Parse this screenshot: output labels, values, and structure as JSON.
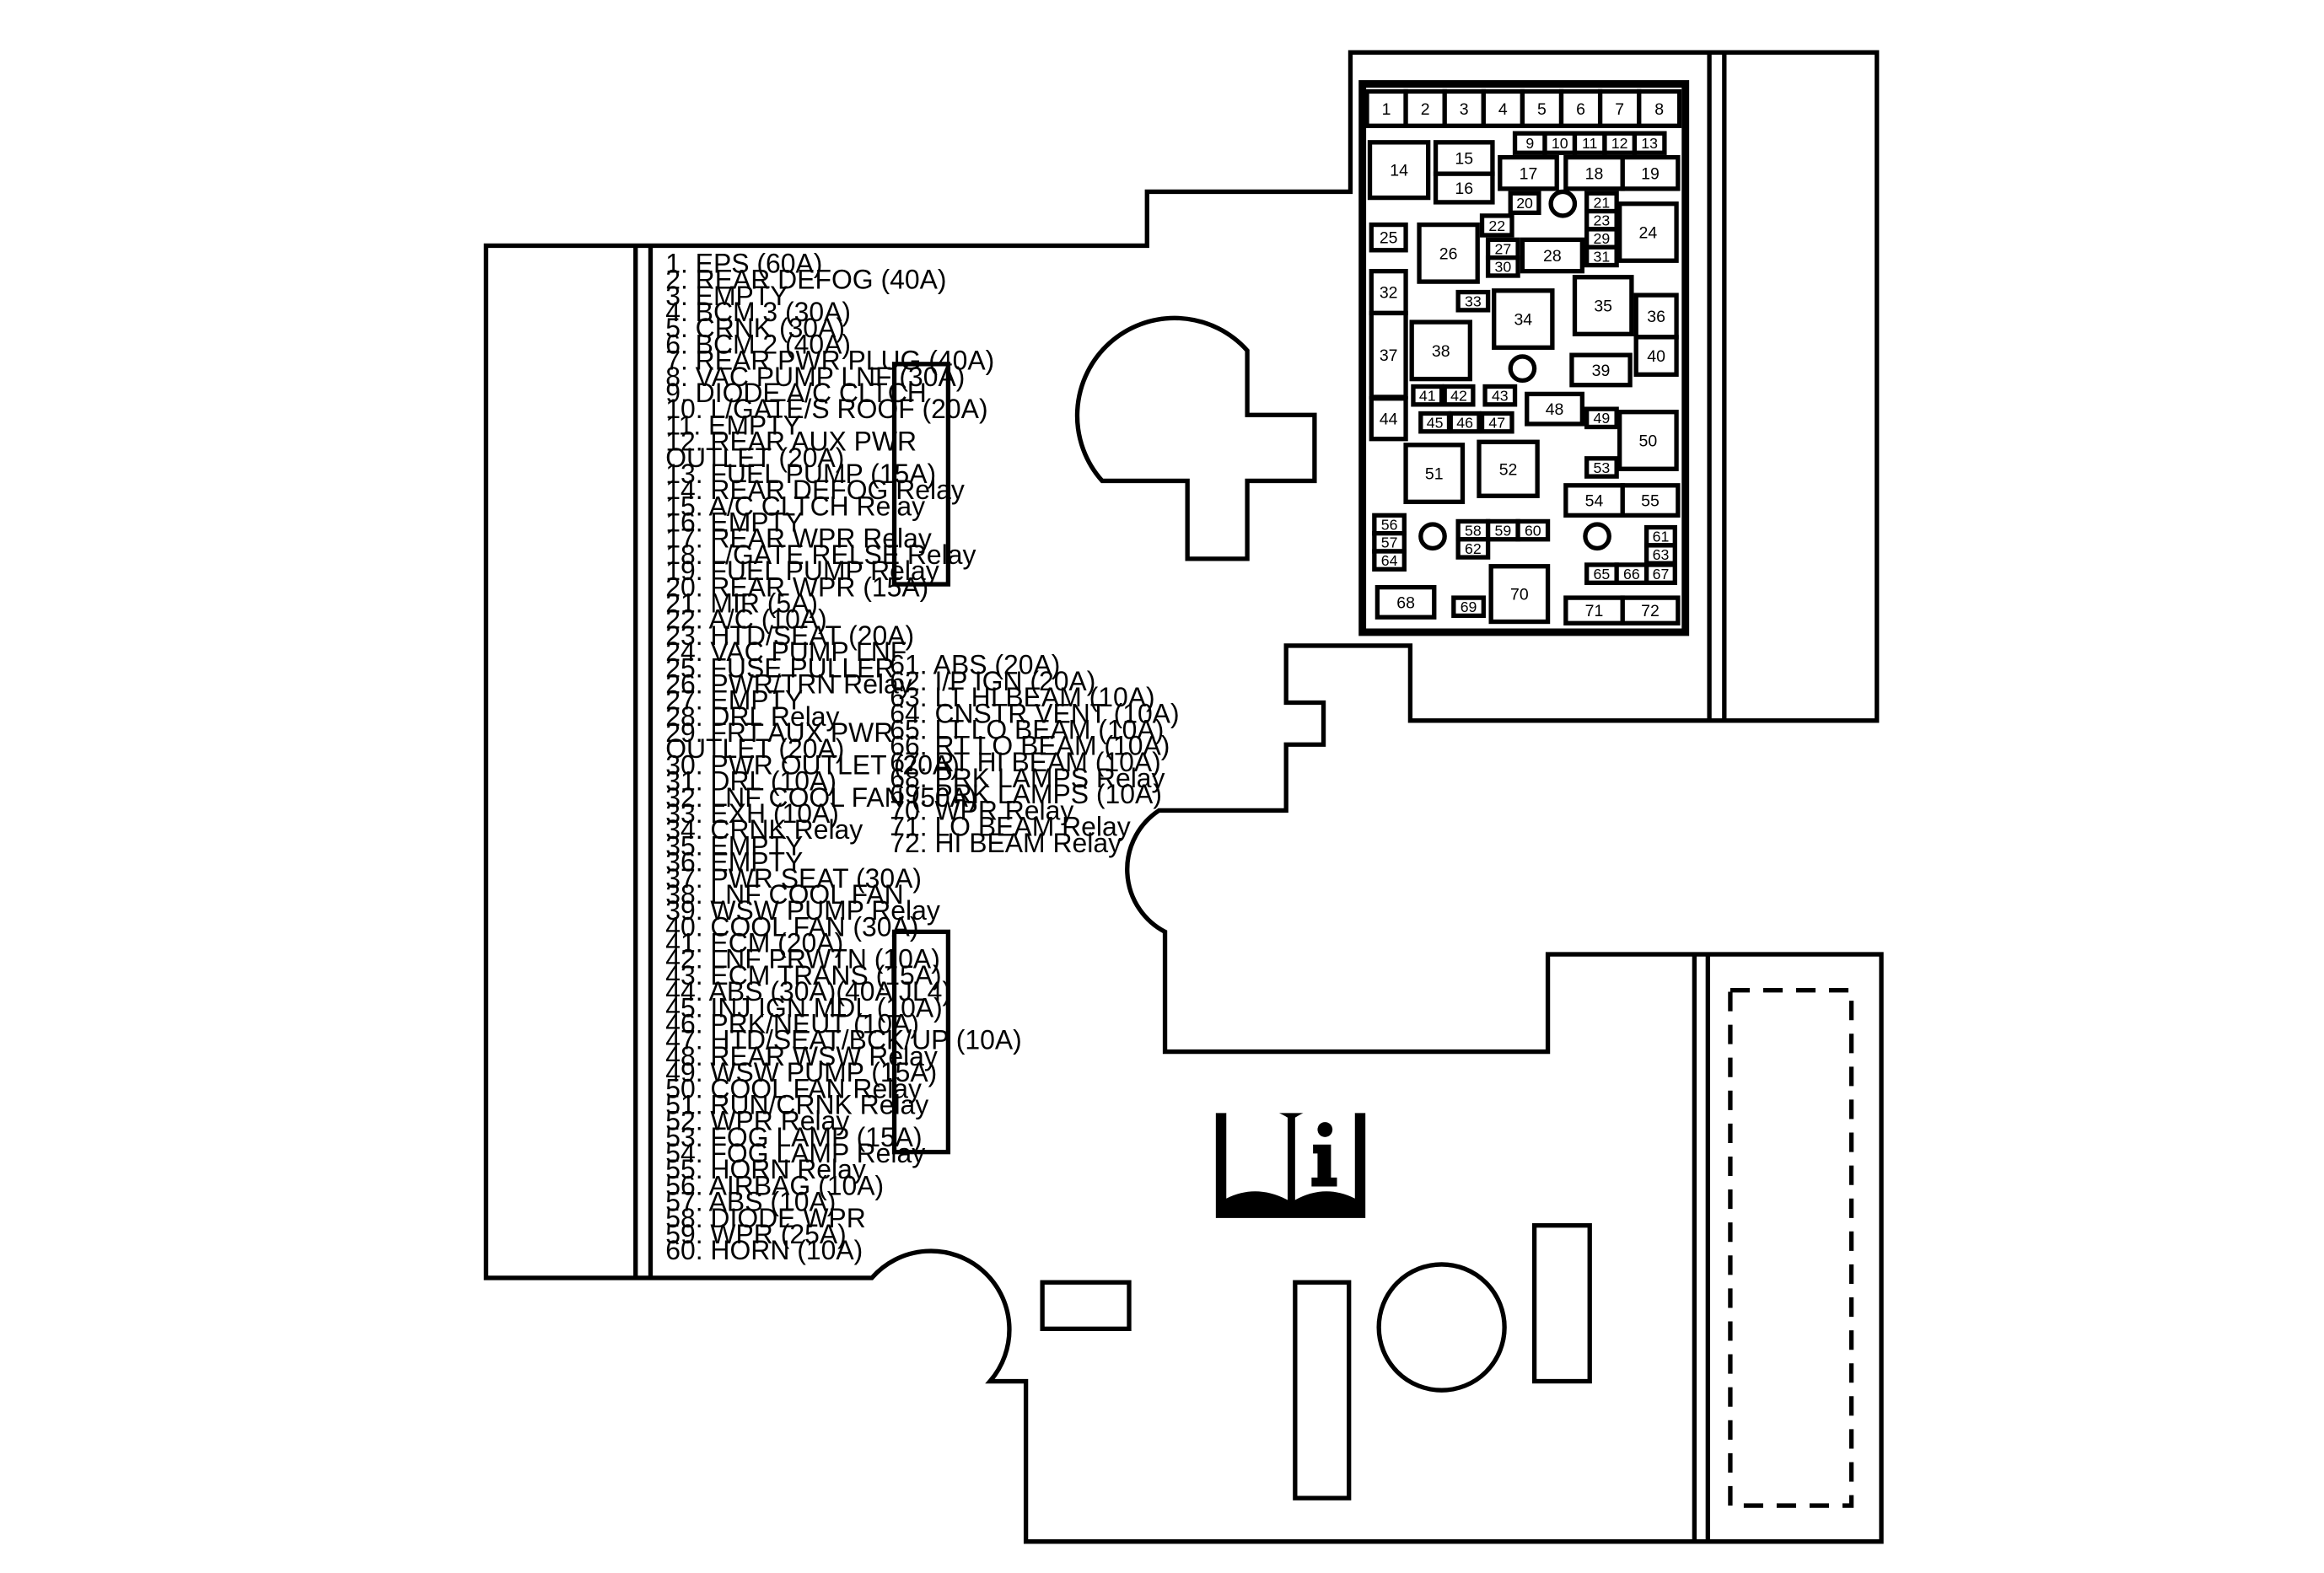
{
  "legend_left": [
    "1.   EPS (60A)",
    "2.   REAR DEFOG (40A)",
    "3.   EMPTY",
    "4.   BCM 3 (30A)",
    "5.   CRNK (30A)",
    "6.   BCM 2 (40A)",
    "7.   REAR PWR PLUG (40A)",
    "8.   VAC PUMP LNF (30A)",
    "9.   DIODE A/C CLTCH",
    "10.  L/GATE/S ROOF (20A)",
    "11.  EMPTY",
    "12.  REAR AUX PWR",
    "        OUTLET (20A)",
    "13.  FUEL PUMP (15A)",
    "14.  REAR DEFOG Relay",
    "15.  A/C CLTCH Relay",
    "16.  EMPTY",
    "17.  REAR WPR Relay",
    "18.  L/GATE RELSE Relay",
    "19.  FUEL PUMP Relay",
    "20.  REAR WPR (15A)",
    "21.  MIR (5A)",
    "22.  A/C (10A)",
    "23.  HTD/SEAT (20A)",
    "24.  VAC PUMP LNF",
    "25.  FUSE PULLER",
    "26.  PWR/TRN Relay",
    "27.  EMPTY",
    "28.  DRL Relay",
    "29.  FRT AUX PWR",
    "        OUTLET (20A)",
    "30.  PWR OUTLET (20A)",
    "31.  DRL (10A)",
    "32.  LNF COOL FAN (50A)",
    "33.  EXH (10A)",
    "34.  CRNK Relay",
    "35.  EMPTY",
    "36.  EMPTY",
    "37.  PWR SEAT (30A)",
    "38.  LNF COOL FAN",
    "39.  WSW PUMP Relay",
    "40.  COOL FAN (30A)",
    "41.  ECM (20A)",
    "42.  LNF PRWTN (10A)",
    "43.  ECM TRANS (15A)",
    "44.  ABS (30A)(40A JL4)",
    "45.  INJ IGN MDL (10A)",
    "46.  PRK/NEUT (10A)",
    "47.  HTD/SEAT/BCK/UP (10A)",
    "48.  REAR WSW Relay",
    "49.  WSW PUMP (15A)",
    "50.  COOL FAN Relay",
    "51.  RUN/CRNK Relay",
    "52.  WPR Relay",
    "53.  FOG LAMP (15A)",
    "54.  FOG LAMP Relay",
    "55.  HORN Relay",
    "56.  AIRBAG (10A)",
    "57.  ABS (10A)",
    "58.  DIODE WPR",
    "59.  WPR (25A)",
    "60.  HORN (10A)"
  ],
  "legend_right": [
    "61.  ABS (20A)",
    "62.  I/P IGN (20A)",
    "63.  LT HI BEAM (10A)",
    "64.  CNSTR VENT (10A)",
    "65.  LT LO BEAM (10A)",
    "66.  RT LO BEAM (10A)",
    "67.  RT HI BEAM (10A)",
    "68.  PRK LAMPS Relay",
    "69.  PRK LAMPS (10A)",
    "70.  WPR Relay",
    "71.  LO BEAM Relay",
    "72.  HI BEAM Relay"
  ],
  "fuse_numbers": [
    "1",
    "2",
    "3",
    "4",
    "5",
    "6",
    "7",
    "8",
    "9",
    "10",
    "11",
    "12",
    "13",
    "14",
    "15",
    "16",
    "17",
    "18",
    "19",
    "20",
    "21",
    "22",
    "23",
    "24",
    "25",
    "26",
    "27",
    "28",
    "29",
    "30",
    "31",
    "32",
    "33",
    "34",
    "35",
    "36",
    "37",
    "38",
    "39",
    "40",
    "41",
    "42",
    "43",
    "44",
    "45",
    "46",
    "47",
    "48",
    "49",
    "50",
    "51",
    "52",
    "53",
    "54",
    "55",
    "56",
    "57",
    "58",
    "59",
    "60",
    "61",
    "62",
    "63",
    "64",
    "65",
    "66",
    "67",
    "68",
    "69",
    "70",
    "71",
    "72"
  ],
  "icons": {
    "manual": "owner-manual-info-icon"
  },
  "colors": {
    "line": "#000000",
    "background": "#ffffff"
  }
}
